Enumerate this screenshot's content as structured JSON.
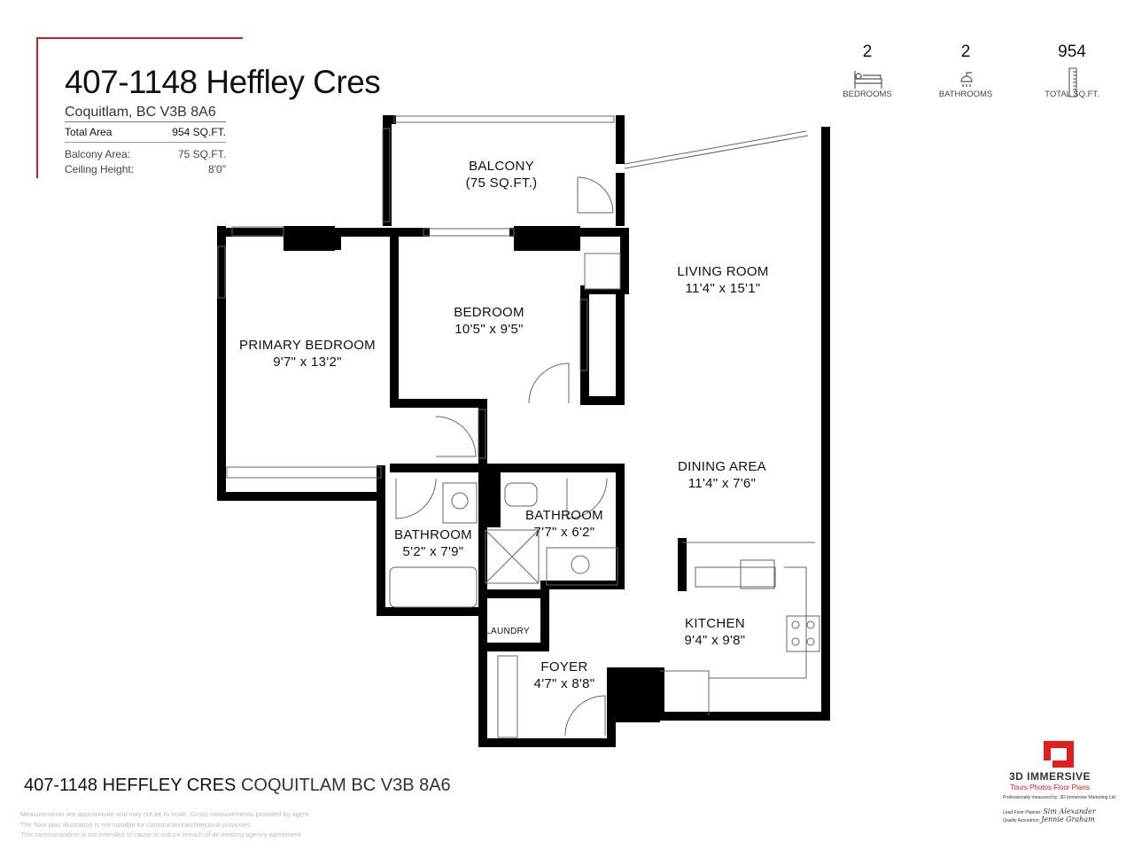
{
  "header": {
    "title": "407-1148 Heffley Cres",
    "city": "Coquitlam, BC V3B 8A6",
    "total_area_label": "Total Area",
    "total_area_value": "954  SQ.FT.",
    "balcony_area_label": "Balcony Area:",
    "balcony_area_value": "75 SQ.FT.",
    "ceiling_height_label": "Ceiling Height:",
    "ceiling_height_value": "8'0\""
  },
  "stats": [
    {
      "value": "2",
      "label": "BEDROOMS",
      "icon": "bed-icon"
    },
    {
      "value": "2",
      "label": "BATHROOMS",
      "icon": "shower-icon"
    },
    {
      "value": "954",
      "label": "TOTAL SQ.FT.",
      "icon": "ruler-icon"
    }
  ],
  "rooms": {
    "balcony": {
      "name": "BALCONY",
      "size": "(75 SQ.FT.)"
    },
    "living": {
      "name": "LIVING ROOM",
      "size": "11'4\" x 15'1\""
    },
    "bedroom": {
      "name": "BEDROOM",
      "size": "10'5\" x 9'5\""
    },
    "primary": {
      "name": "PRIMARY BEDROOM",
      "size": "9'7\" x 13'2\""
    },
    "dining": {
      "name": "DINING AREA",
      "size": "11'4\" x 7'6\""
    },
    "bath1": {
      "name": "BATHROOM",
      "size": "5'2\" x 7'9\""
    },
    "bath2": {
      "name": "BATHROOM",
      "size": "7'7\" x 6'2\""
    },
    "kitchen": {
      "name": "KITCHEN",
      "size": "9'4\" x 9'8\""
    },
    "laundry": {
      "name": "LAUNDRY"
    },
    "foyer": {
      "name": "FOYER",
      "size": "4'7\" x 8'8\""
    }
  },
  "footer": {
    "address_bold": "407-1148 HEFFLEY CRES",
    "address_city": "COQUITLAM BC V3B 8A6",
    "disclaimers": [
      "Measurements are approximate and may not be to scale. Gross measurements provided by agent.",
      "The floor plan illustration is not suitable for construction/architectural purposes.",
      "This communication is not intended to cause or induce breach of an existing agency agreement"
    ]
  },
  "branding": {
    "name": "3D IMMERSIVE",
    "tagline": "Tours  Photos  Floor Plans",
    "measured_by": "Professionally measured by: 3D Immersive Marketing Ltd.",
    "lead_planner_label": "Lead Floor Planner:",
    "lead_planner_sig": "Sim Alexander",
    "qa_label": "Quality Assurance:",
    "qa_sig": "Jennie Graham",
    "brand_color": "#e02020"
  }
}
